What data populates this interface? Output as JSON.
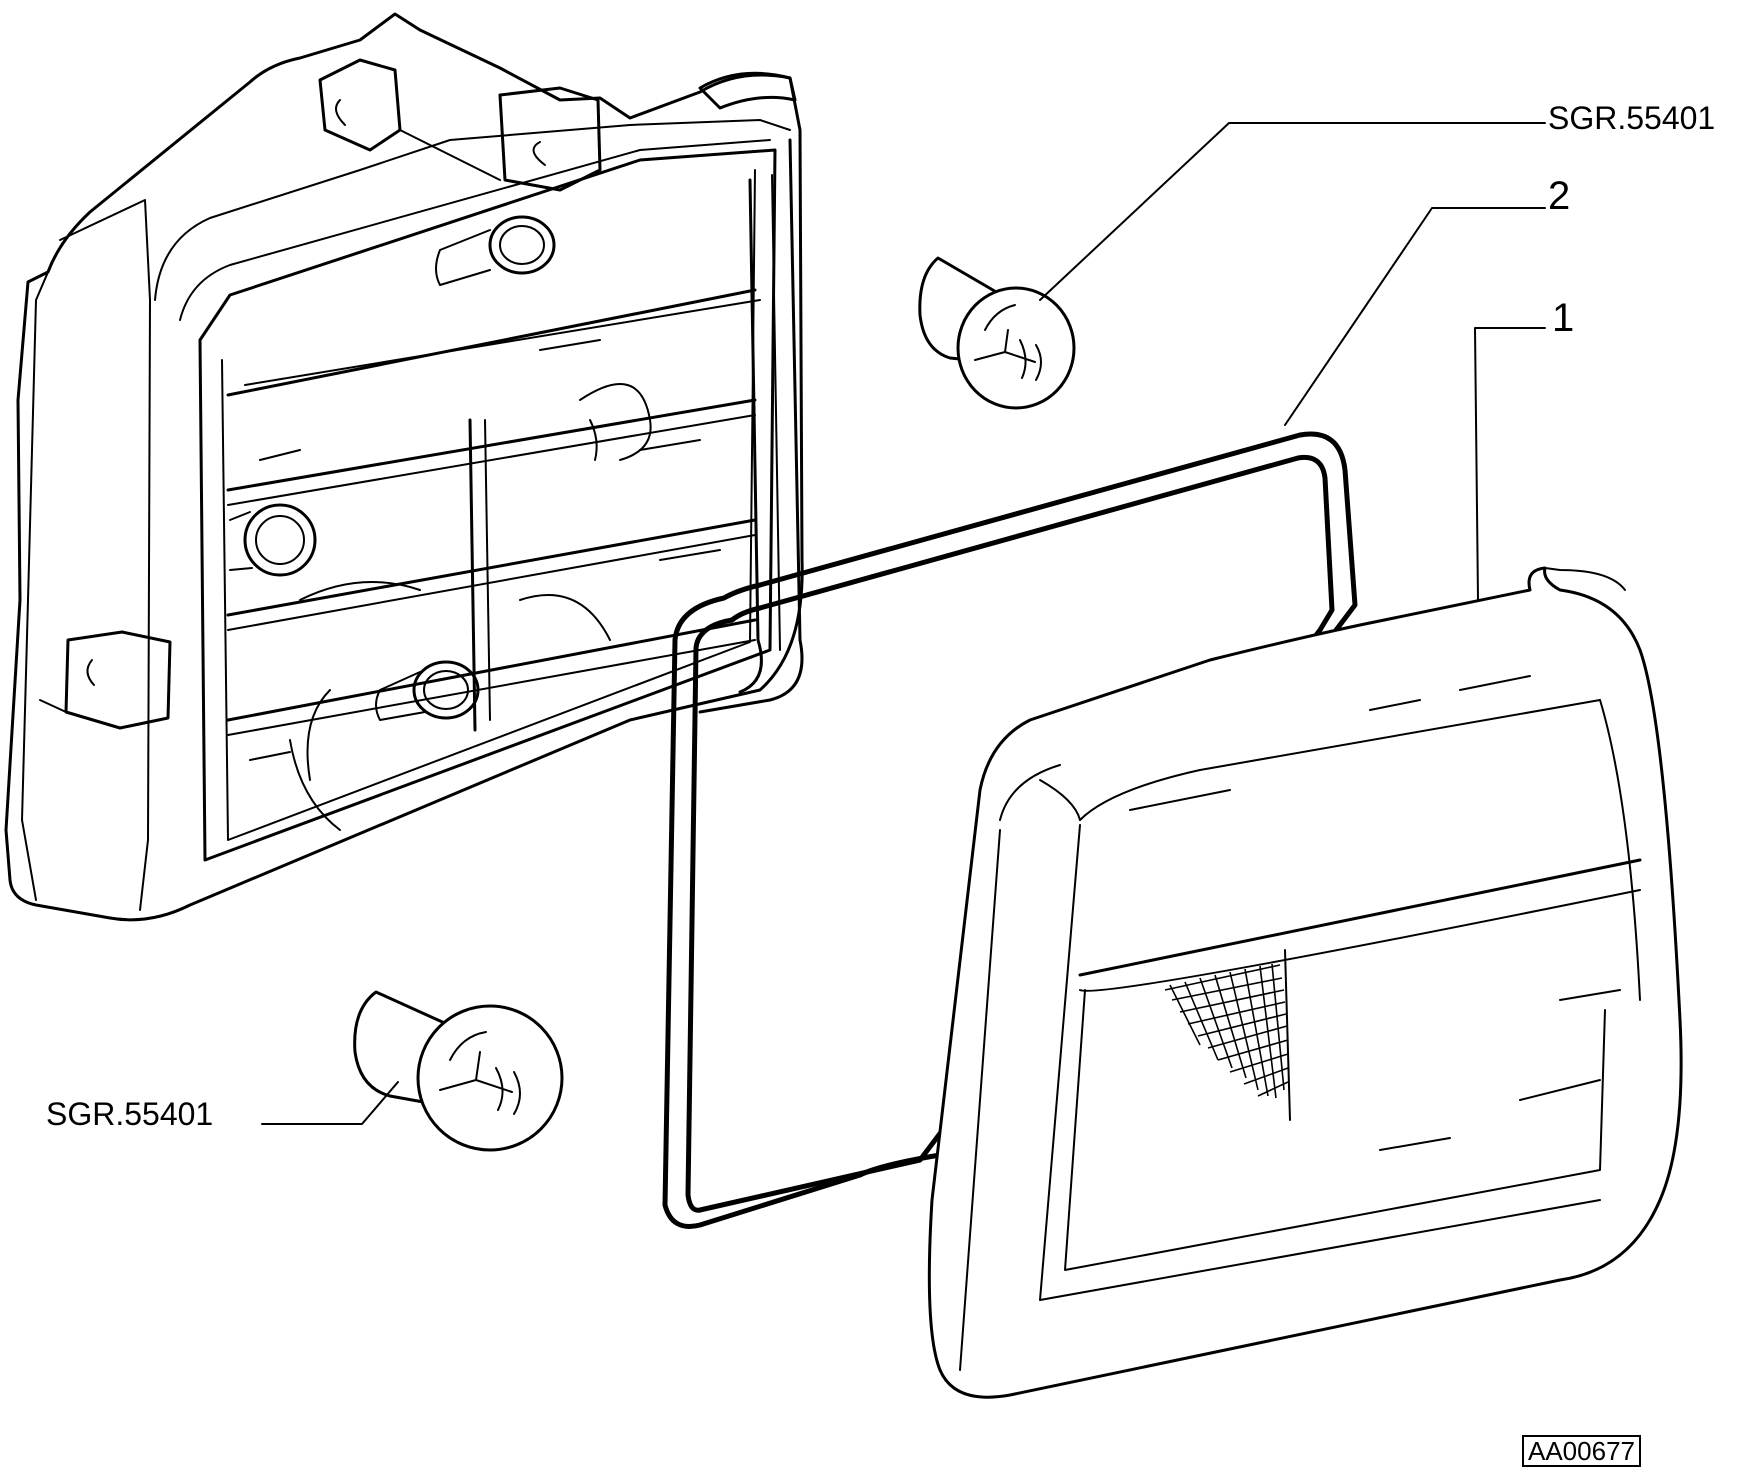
{
  "labels": {
    "bulb_top": "SGR.55401",
    "gasket": "2",
    "lens": "1",
    "bulb_bottom": "SGR.55401",
    "drawing_ref": "AA00677"
  },
  "parts": [
    {
      "name": "lamp housing"
    },
    {
      "name": "bulb",
      "ref": "SGR.55401"
    },
    {
      "name": "gasket",
      "ref": "2"
    },
    {
      "name": "lens",
      "ref": "1"
    },
    {
      "name": "bulb",
      "ref": "SGR.55401"
    }
  ]
}
